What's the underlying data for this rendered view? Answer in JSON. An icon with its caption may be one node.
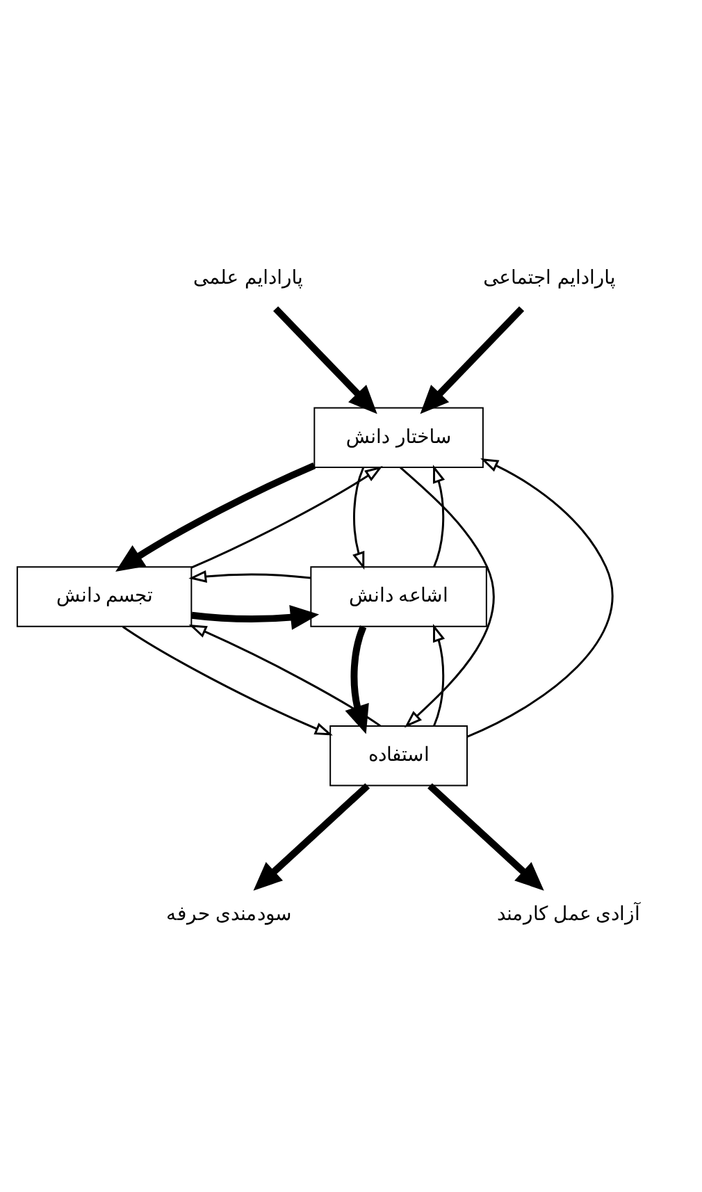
{
  "diagram": {
    "nodes": [
      {
        "text": [
          "پارادایم علمی"
        ]
      },
      {
        "text": [
          "پارادایم اجتماعی"
        ]
      },
      {
        "text": [
          "ساختار دانش"
        ]
      },
      {
        "text": [
          "تجسم دانش"
        ]
      },
      {
        "text": [
          "اشاعه دانش"
        ]
      },
      {
        "text": [
          "استفاده"
        ]
      },
      {
        "text": [
          "سودمندی حرفه"
        ]
      },
      {
        "text": [
          "آزادی عمل کارمند"
        ]
      }
    ],
    "edges": [
      {
        "from": 0,
        "to": 2,
        "arrow": "to",
        "style": "thick"
      },
      {
        "from": 1,
        "to": 2,
        "arrow": "to",
        "style": "thick"
      },
      {
        "from": 3,
        "to": 2,
        "arrow": "to"
      },
      {
        "from": 2,
        "to": 3,
        "arrow": "to",
        "style": "thick"
      },
      {
        "from": 4,
        "to": 2,
        "arrow": "to"
      },
      {
        "from": 2,
        "to": 4,
        "arrow": "to"
      },
      {
        "from": 5,
        "to": 2,
        "arrow": "to"
      },
      {
        "from": 2,
        "to": 5,
        "arrow": "to"
      },
      {
        "from": 3,
        "to": 4,
        "arrow": "to",
        "style": "thick"
      },
      {
        "from": 4,
        "to": 3,
        "arrow": "to"
      },
      {
        "from": 5,
        "to": 3,
        "arrow": "to"
      },
      {
        "from": 3,
        "to": 5,
        "arrow": "to"
      },
      {
        "from": 4,
        "to": 5,
        "arrow": "to",
        "style": "thick"
      },
      {
        "from": 5,
        "to": 4,
        "arrow": "to"
      },
      {
        "from": 5,
        "to": 6,
        "arrow": "to",
        "style": "thick"
      },
      {
        "from": 5,
        "to": 7,
        "arrow": "to",
        "style": "thick"
      }
    ]
  }
}
